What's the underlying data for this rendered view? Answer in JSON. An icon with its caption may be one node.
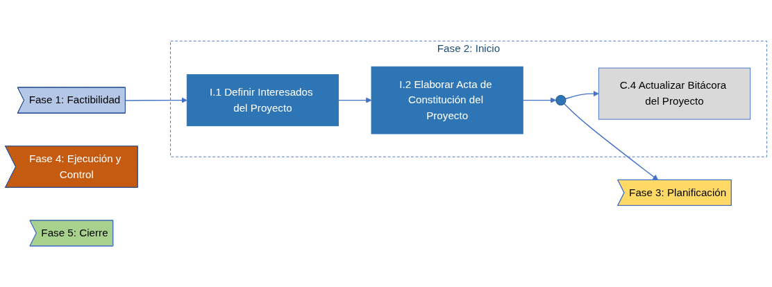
{
  "diagram": {
    "nodes": [
      {
        "text": [
          "Fase 1: Factibilidad"
        ]
      },
      {
        "text": [
          "Fase 2: Inicio"
        ]
      },
      {
        "text": [
          "I.1 Definir Interesados del Proyecto"
        ],
        "in": 1
      },
      {
        "text": [
          "I.2 Elaborar Acta de Constitución del Proyecto"
        ],
        "in": 1
      },
      {
        "text": [],
        "shape": "circle",
        "in": 1
      },
      {
        "text": [
          "C.4 Actualizar Bitácora del Proyecto"
        ],
        "in": 1
      },
      {
        "text": [
          "Fase 3: Planificación"
        ]
      },
      {
        "text": [
          "Fase 4: Ejecución y Control"
        ]
      },
      {
        "text": [
          "Fase 5: Cierre"
        ]
      }
    ],
    "edges": [
      {
        "from": 0,
        "to": 2,
        "arrow": "to"
      },
      {
        "from": 2,
        "to": 3,
        "arrow": "to"
      },
      {
        "from": 3,
        "to": 4,
        "arrow": "to"
      },
      {
        "from": 4,
        "to": 5,
        "arrow": "to"
      },
      {
        "from": 4,
        "to": 6,
        "arrow": "to"
      }
    ]
  }
}
